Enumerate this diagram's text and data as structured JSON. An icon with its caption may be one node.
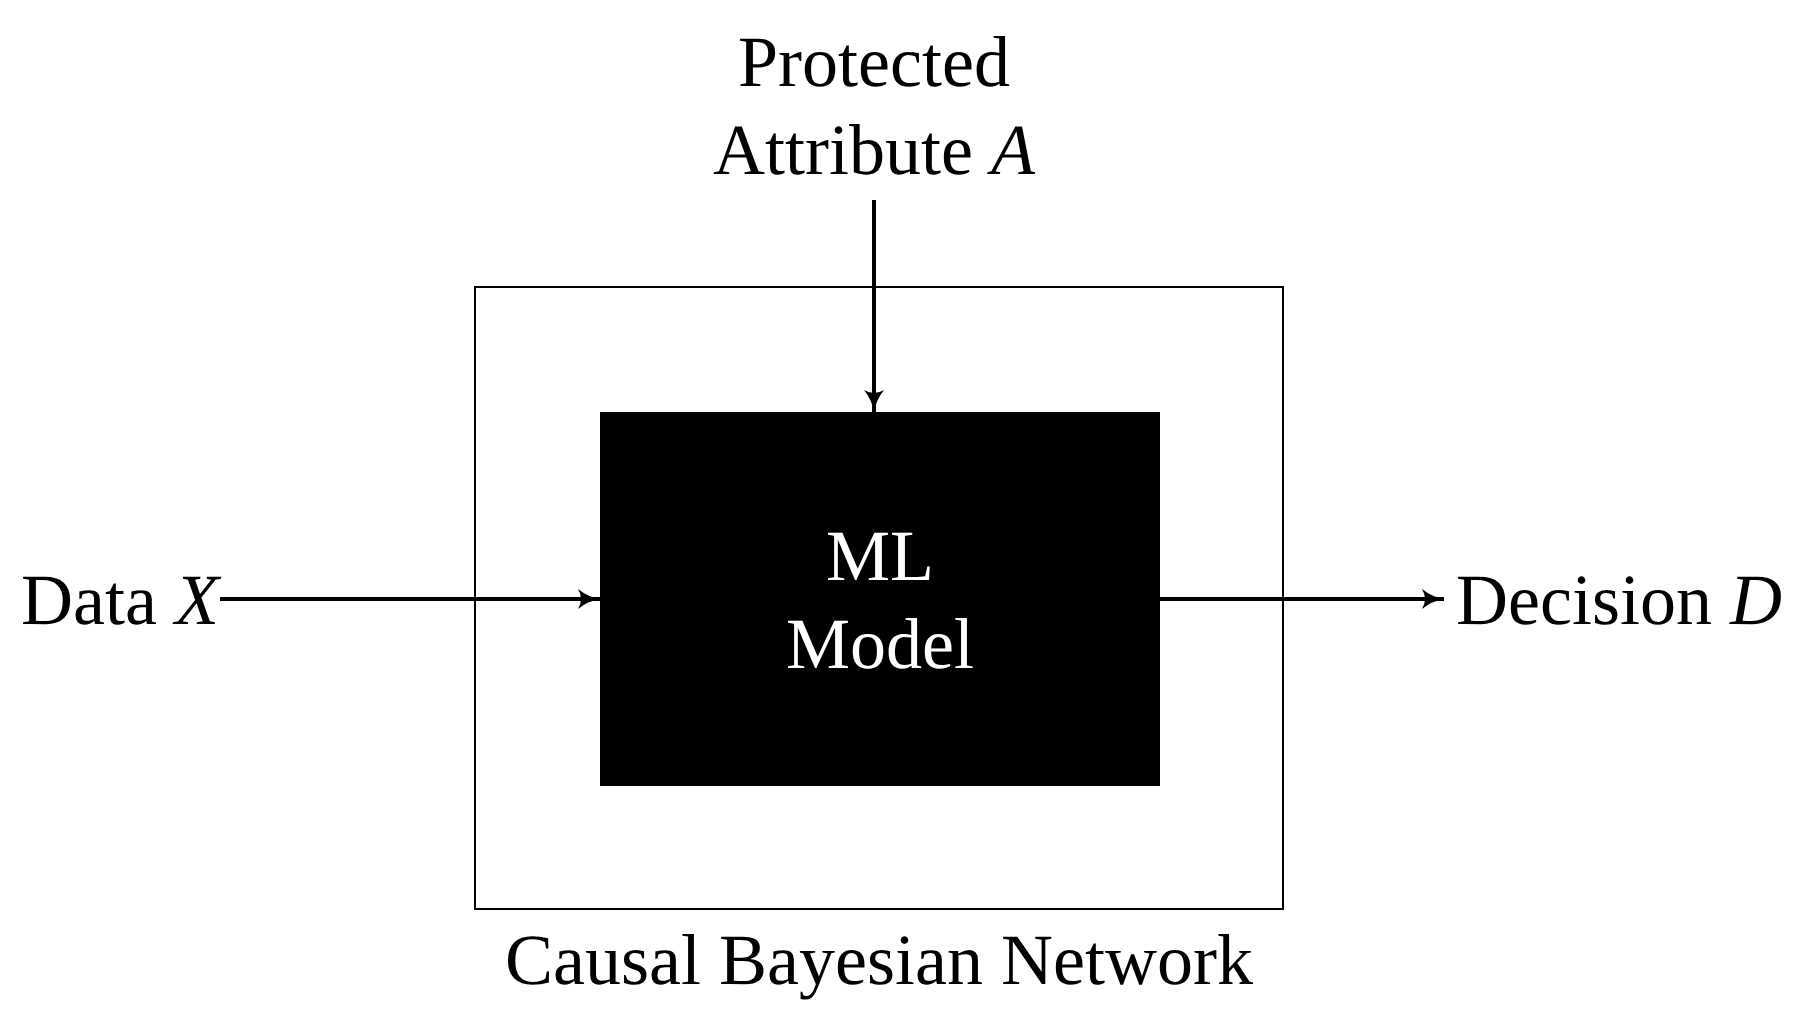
{
  "diagram": {
    "nodes": [
      {
        "text": [
          "Causal Bayesian Network"
        ]
      },
      {
        "text": [
          "ML Model"
        ],
        "in": 0
      },
      {
        "text": [
          "Protected Attribute *A*"
        ]
      },
      {
        "text": [
          "Data *X*"
        ]
      },
      {
        "text": [
          "Decision *D*"
        ]
      }
    ],
    "edges": [
      {
        "from": 2,
        "to": 1,
        "arrow": "to"
      },
      {
        "from": 3,
        "to": 1,
        "arrow": "to"
      },
      {
        "from": 1,
        "to": 4,
        "arrow": "to"
      }
    ]
  }
}
